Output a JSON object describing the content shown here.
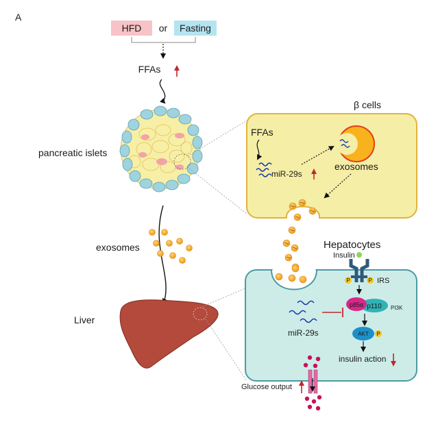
{
  "panel_label": "A",
  "top": {
    "hfd": "HFD",
    "or": "or",
    "fasting": "Fasting",
    "ffas": "FFAs"
  },
  "islet_label": "pancreatic islets",
  "exosomes_left": "exosomes",
  "liver_label": "Liver",
  "beta": {
    "title": "β cells",
    "ffas": "FFAs",
    "mir": "miR-29s",
    "exosomes": "exosomes"
  },
  "hepato": {
    "title": "Hepatocytes",
    "insulin": "Insulin",
    "irs": "IRS",
    "p": "P",
    "p85": "p85α",
    "p110": "p110",
    "pi3k": "PI3K",
    "akt": "AKT",
    "mir": "miR-29s",
    "insulin_action": "insulin action",
    "glucose_output": "Glucose output"
  },
  "colors": {
    "hfd_fill": "#f7c3c6",
    "fasting_fill": "#b4e4f0",
    "beta_fill": "#f5eea6",
    "beta_stroke": "#e2b13c",
    "hepato_fill": "#cdece8",
    "hepato_stroke": "#4b9aa4",
    "liver": "#b34a3b",
    "exosome": "#f0a020",
    "red_arrow": "#c0272d",
    "p85": "#d5288a",
    "p110": "#2fb3b5",
    "akt": "#1f8fc7",
    "phospho": "#f4c622",
    "glucose": "#c8125a",
    "receptor": "#2f5a7c",
    "mirna": "#1c3aa8"
  }
}
